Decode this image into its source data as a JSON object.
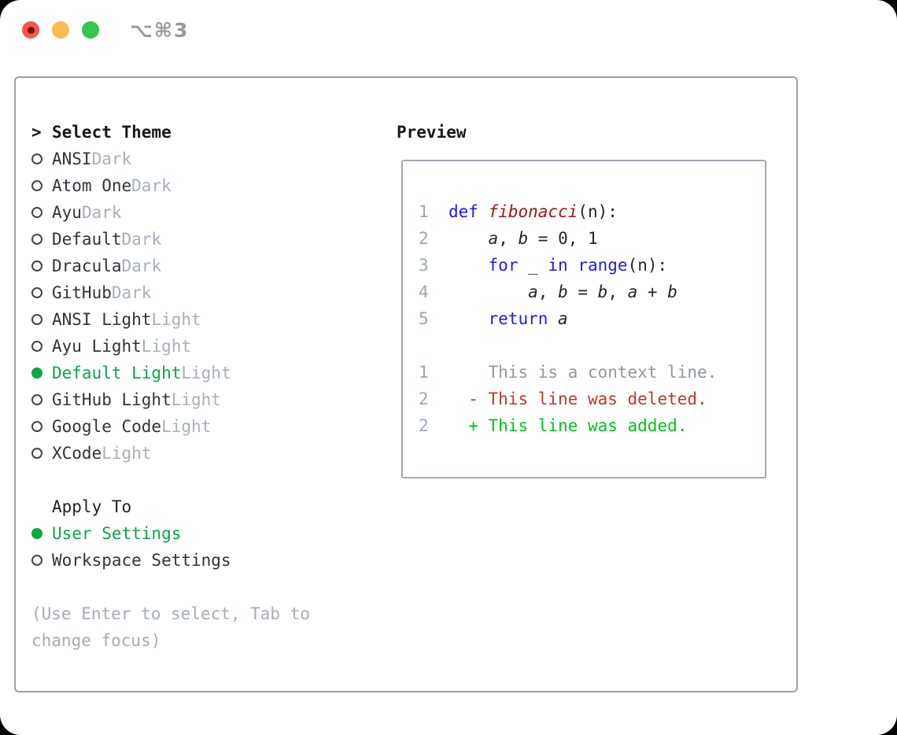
{
  "titlebar": {
    "shortcut": "⌥⌘3"
  },
  "selector": {
    "marker": ">",
    "title": "Select Theme",
    "themes": [
      {
        "name": "ANSI",
        "variant": "Dark",
        "selected": false
      },
      {
        "name": "Atom One",
        "variant": "Dark",
        "selected": false
      },
      {
        "name": "Ayu",
        "variant": "Dark",
        "selected": false
      },
      {
        "name": "Default",
        "variant": "Dark",
        "selected": false
      },
      {
        "name": "Dracula",
        "variant": "Dark",
        "selected": false
      },
      {
        "name": "GitHub",
        "variant": "Dark",
        "selected": false
      },
      {
        "name": "ANSI Light",
        "variant": "Light",
        "selected": false
      },
      {
        "name": "Ayu Light",
        "variant": "Light",
        "selected": false
      },
      {
        "name": "Default Light",
        "variant": "Light",
        "selected": true
      },
      {
        "name": "GitHub Light",
        "variant": "Light",
        "selected": false
      },
      {
        "name": "Google Code",
        "variant": "Light",
        "selected": false
      },
      {
        "name": "XCode",
        "variant": "Light",
        "selected": false
      }
    ],
    "apply_to": {
      "label": "Apply To",
      "options": [
        {
          "label": "User Settings",
          "selected": true
        },
        {
          "label": "Workspace Settings",
          "selected": false
        }
      ]
    },
    "hint": "(Use Enter to select, Tab to change focus)"
  },
  "preview": {
    "title": "Preview",
    "code_lines": [
      {
        "num": "1",
        "segments": [
          {
            "text": "def",
            "style": "keyword"
          },
          {
            "text": " ",
            "style": "plain"
          },
          {
            "text": "fibonacci",
            "style": "function"
          },
          {
            "text": "(n):",
            "style": "plain"
          }
        ]
      },
      {
        "num": "2",
        "segments": [
          {
            "text": "    ",
            "style": "plain"
          },
          {
            "text": "a",
            "style": "variable"
          },
          {
            "text": ", ",
            "style": "plain"
          },
          {
            "text": "b",
            "style": "variable"
          },
          {
            "text": " = 0, 1",
            "style": "plain"
          }
        ]
      },
      {
        "num": "3",
        "segments": [
          {
            "text": "    ",
            "style": "plain"
          },
          {
            "text": "for",
            "style": "keyword"
          },
          {
            "text": " _ ",
            "style": "plain"
          },
          {
            "text": "in",
            "style": "keyword"
          },
          {
            "text": " ",
            "style": "plain"
          },
          {
            "text": "range",
            "style": "keyword"
          },
          {
            "text": "(n):",
            "style": "plain"
          }
        ]
      },
      {
        "num": "4",
        "segments": [
          {
            "text": "        ",
            "style": "plain"
          },
          {
            "text": "a",
            "style": "variable"
          },
          {
            "text": ", ",
            "style": "plain"
          },
          {
            "text": "b",
            "style": "variable"
          },
          {
            "text": " = ",
            "style": "plain"
          },
          {
            "text": "b",
            "style": "variable"
          },
          {
            "text": ", ",
            "style": "plain"
          },
          {
            "text": "a",
            "style": "variable"
          },
          {
            "text": " + ",
            "style": "plain"
          },
          {
            "text": "b",
            "style": "variable"
          }
        ]
      },
      {
        "num": "5",
        "segments": [
          {
            "text": "    ",
            "style": "plain"
          },
          {
            "text": "return",
            "style": "keyword"
          },
          {
            "text": " ",
            "style": "plain"
          },
          {
            "text": "a",
            "style": "variable"
          }
        ]
      }
    ],
    "diff_lines": [
      {
        "num": "1",
        "marker": " ",
        "text": "This is a context line.",
        "type": "context"
      },
      {
        "num": "2",
        "marker": "-",
        "text": "This line was deleted.",
        "type": "deleted"
      },
      {
        "num": "2",
        "marker": "+",
        "text": "This line was added.",
        "type": "added"
      }
    ]
  },
  "colors": {
    "accent_green": "#08a843",
    "keyword_blue": "#1d1cf5",
    "function_red": "#a31515",
    "diff_deleted": "#c0392b",
    "diff_added": "#00c41a",
    "traffic_red": "#f4574c",
    "traffic_yellow": "#f6be50",
    "traffic_green": "#37c54e"
  }
}
